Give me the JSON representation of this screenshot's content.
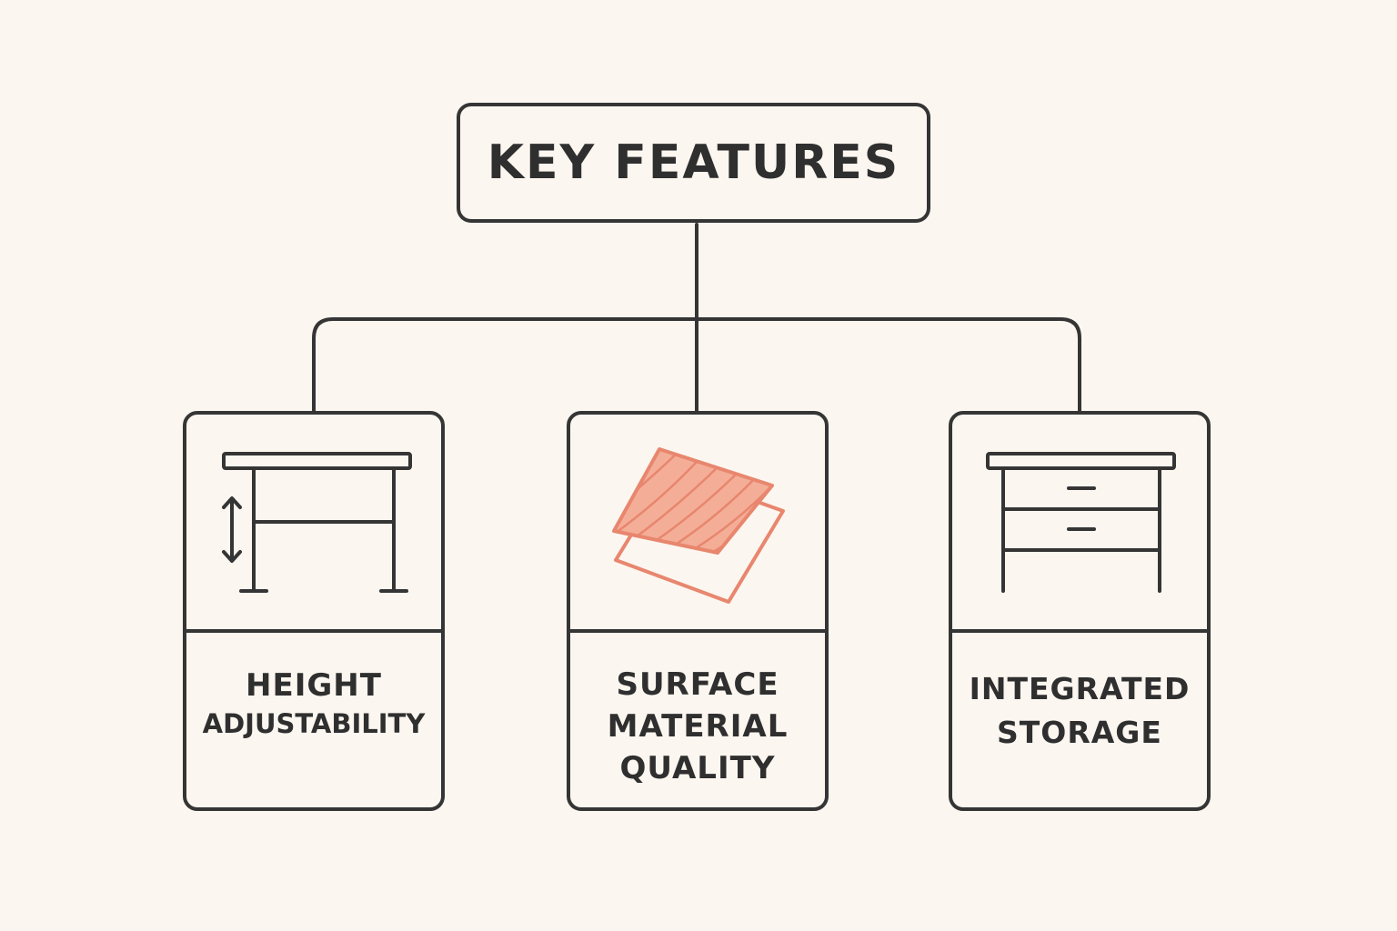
{
  "title": "KEY FEATURES",
  "colors": {
    "background": "#fcf6f0",
    "stroke": "#353535",
    "accent": "#f0a088",
    "accent_dark": "#e8866e"
  },
  "features": [
    {
      "icon": "adjustable-desk-icon",
      "label_line1": "HEIGHT",
      "label_line2": "ADJUSTABILITY"
    },
    {
      "icon": "surface-material-icon",
      "label_line1": "SURFACE",
      "label_line2": "MATERIAL",
      "label_line3": "QUALITY"
    },
    {
      "icon": "storage-desk-icon",
      "label_line1": "INTEGRATED",
      "label_line2": "STORAGE"
    }
  ]
}
